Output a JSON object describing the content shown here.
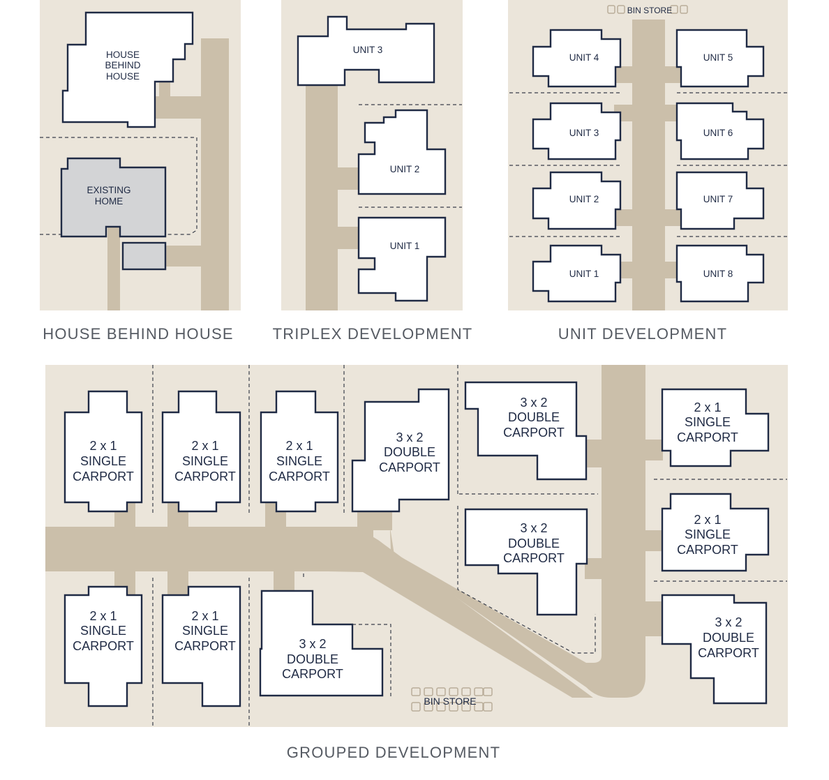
{
  "panels": {
    "house_behind_house": {
      "title": "HOUSE BEHIND HOUSE",
      "rear_house": [
        "HOUSE",
        "BEHIND",
        "HOUSE"
      ],
      "existing_home": [
        "EXISTING",
        "HOME"
      ]
    },
    "triplex": {
      "title": "TRIPLEX DEVELOPMENT",
      "units": [
        "UNIT 3",
        "UNIT 2",
        "UNIT 1"
      ]
    },
    "unit_development": {
      "title": "UNIT DEVELOPMENT",
      "bin_store": "BIN STORE",
      "units": [
        "UNIT 4",
        "UNIT 5",
        "UNIT 3",
        "UNIT 6",
        "UNIT 2",
        "UNIT 7",
        "UNIT 1",
        "UNIT 8"
      ]
    },
    "grouped": {
      "title": "GROUPED DEVELOPMENT",
      "bin_store": "BIN STORE",
      "single": [
        "2 x 1",
        "SINGLE",
        "CARPORT"
      ],
      "double": [
        "3 x 2",
        "DOUBLE",
        "CARPORT"
      ]
    }
  },
  "colors": {
    "lot": "#ebe5da",
    "driveway": "#cbbfaa",
    "building_outline": "#1f2a44",
    "existing_home_fill": "#d3d4d6"
  }
}
